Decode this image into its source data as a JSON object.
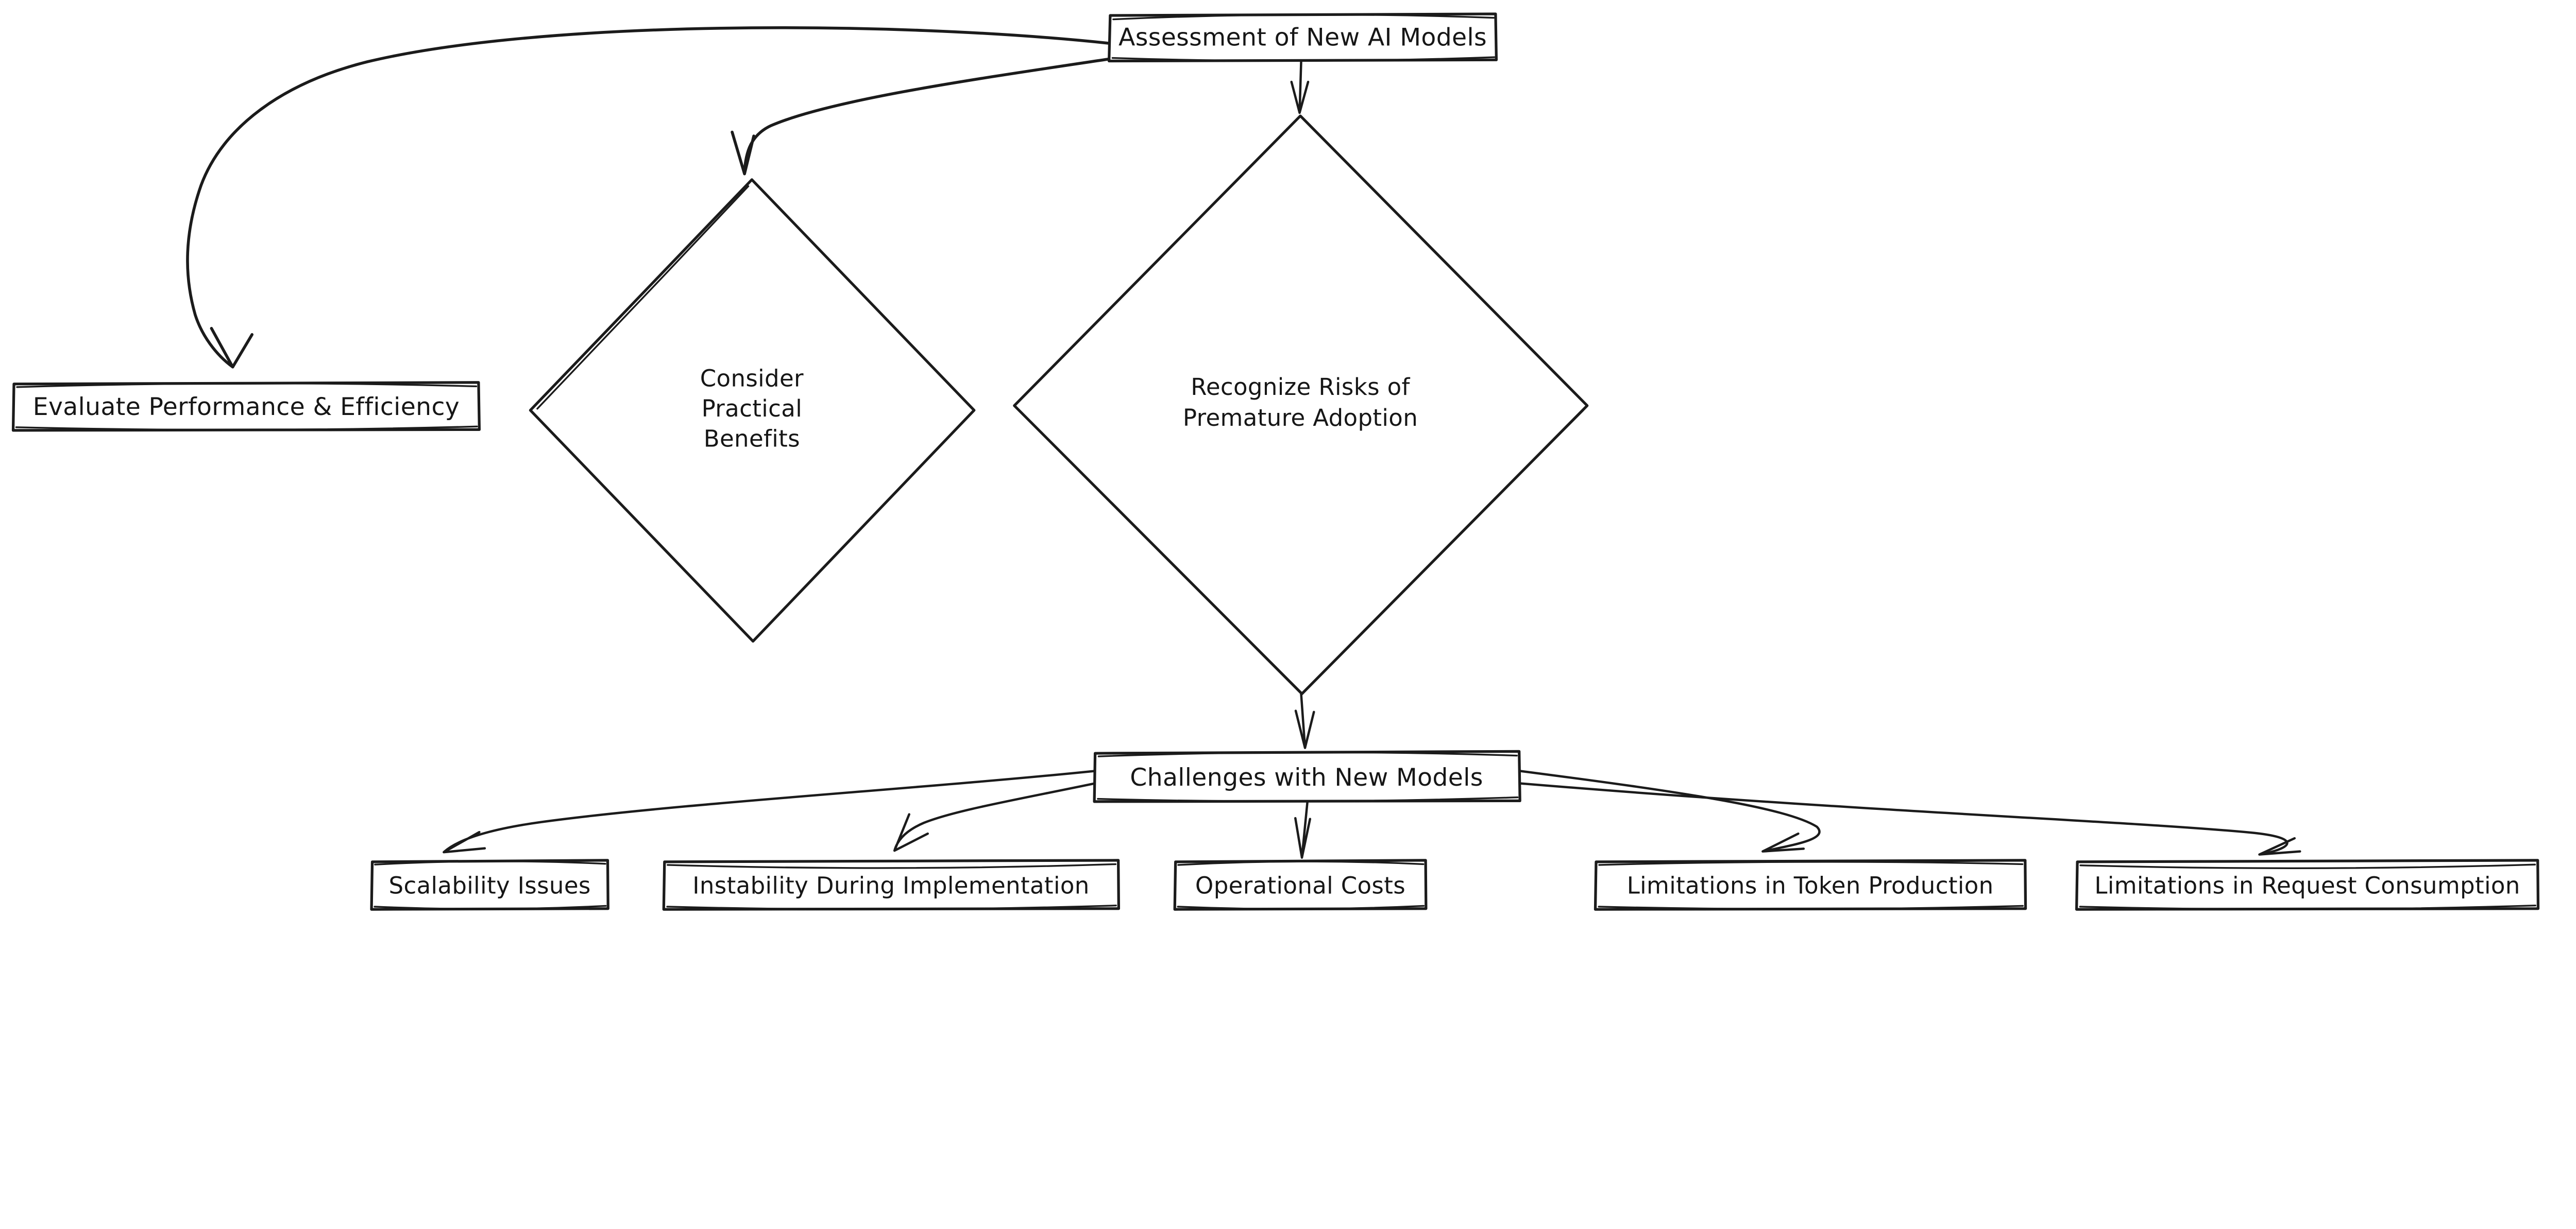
{
  "diagram": {
    "type": "flowchart",
    "style": "hand-drawn",
    "background_color": "#ffffff",
    "stroke_color": "#1b1b1b",
    "node_fill_color": "#ffffff",
    "nodes": {
      "assessment": {
        "shape": "rectangle",
        "label": "Assessment of New AI Models"
      },
      "evaluate": {
        "shape": "rectangle",
        "label": "Evaluate Performance & Efficiency"
      },
      "consider": {
        "shape": "diamond",
        "label": "Consider Practical Benefits",
        "lines": [
          "Consider",
          "Practical",
          "Benefits"
        ]
      },
      "recognize": {
        "shape": "diamond",
        "label": "Recognize Risks of Premature Adoption",
        "lines": [
          "Recognize Risks of",
          "Premature Adoption"
        ]
      },
      "challenges": {
        "shape": "rectangle",
        "label": "Challenges with New Models"
      },
      "scalability": {
        "shape": "rectangle",
        "label": "Scalability Issues"
      },
      "instability": {
        "shape": "rectangle",
        "label": "Instability During Implementation"
      },
      "operational": {
        "shape": "rectangle",
        "label": "Operational Costs"
      },
      "token": {
        "shape": "rectangle",
        "label": "Limitations in Token Production"
      },
      "request": {
        "shape": "rectangle",
        "label": "Limitations in Request Consumption"
      }
    },
    "edges": [
      {
        "from": "assessment",
        "to": "evaluate"
      },
      {
        "from": "assessment",
        "to": "consider"
      },
      {
        "from": "assessment",
        "to": "recognize"
      },
      {
        "from": "recognize",
        "to": "challenges"
      },
      {
        "from": "challenges",
        "to": "scalability"
      },
      {
        "from": "challenges",
        "to": "instability"
      },
      {
        "from": "challenges",
        "to": "operational"
      },
      {
        "from": "challenges",
        "to": "token"
      },
      {
        "from": "challenges",
        "to": "request"
      }
    ]
  }
}
